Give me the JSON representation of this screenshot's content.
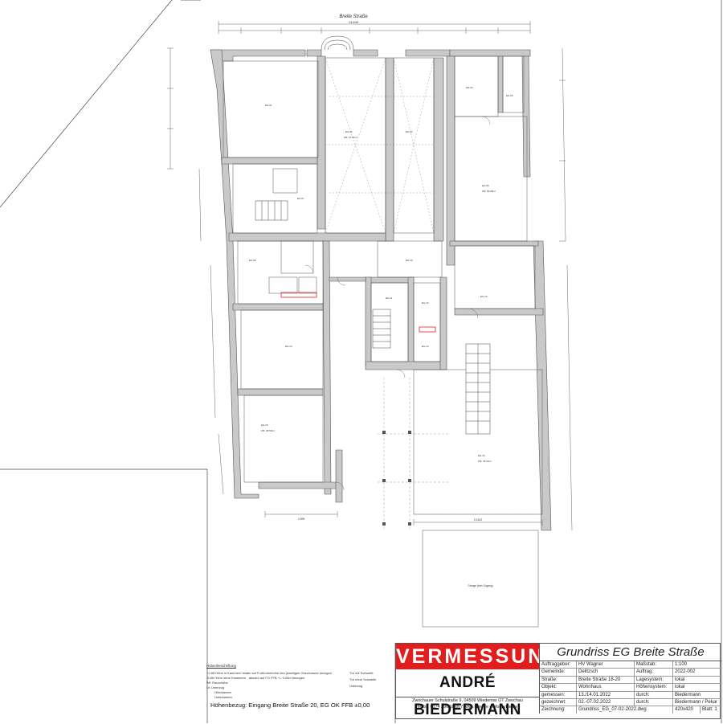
{
  "plan": {
    "street_label": "Breite Straße",
    "top_dimension": "13.845",
    "room_labels": [
      {
        "id": "r1",
        "text": "EG.01"
      },
      {
        "id": "r2",
        "text": "EG.02"
      },
      {
        "id": "r3",
        "text": "EG.03"
      },
      {
        "id": "r4",
        "text": "EG.04"
      },
      {
        "id": "r5",
        "text": "EG.05"
      },
      {
        "id": "r6",
        "text": "EG.06"
      },
      {
        "id": "r7",
        "text": "EG.07"
      },
      {
        "id": "r8",
        "text": "EG.08"
      },
      {
        "id": "r9",
        "text": "EG.09"
      },
      {
        "id": "r10",
        "text": "EG.10"
      },
      {
        "id": "r11",
        "text": "EG.11"
      },
      {
        "id": "r12",
        "text": "EG.12"
      },
      {
        "id": "r13",
        "text": "EG.13"
      },
      {
        "id": "r14",
        "text": "EG.14"
      },
      {
        "id": "r15",
        "text": "EG.15"
      },
      {
        "id": "r16",
        "text": "EG.16"
      }
    ],
    "area_labels": [
      {
        "id": "a1",
        "text": "Wfl. 67.51m²"
      },
      {
        "id": "a2",
        "text": "Wfl. 53.86m²"
      },
      {
        "id": "a3",
        "text": "Wfl. 78.41m²"
      },
      {
        "id": "a4",
        "text": "Wfl. 28.59m²"
      }
    ],
    "garage_label": "Garage (kein Zugang)",
    "bottom_dimension": "13.402",
    "left_dimension": "4.995"
  },
  "legend": {
    "title": "Höhenbeschriftung",
    "items": [
      "+2.88  Höhe in Kammern relativ auf Fußbodenhöhe des jeweiligen Geschosses bezogen",
      "-5.86  Höhe ohne Klammern - absolut auf FG FFB +/- 0.00m bezogen",
      "Wf:    Raumhöhe",
      "Ui:    Unterzug",
      "Oberkanten",
      "Unterkanten"
    ],
    "right_items": [
      "Tür mit Schwelle",
      "Tür ohne Schwelle",
      "Unterzug"
    ]
  },
  "hoehenbezug": "Höhenbezug: Eingang Breite Straße 20, EG OK FFB ±0,00",
  "titleblock": {
    "logo_top": "VERMESSUNG",
    "logo_bottom": "ANDRÉ BIEDERMANN",
    "address_line1": "Zwochauer Schulstraße 9, 04509 Wiedemar OT Zwochau",
    "address_line2": "Mobil: 0174 / 96 18 807  www.vbie.de  •  info@vbie.de",
    "title": "Grundriss EG Breite Straße",
    "rows": [
      {
        "k1": "Auftraggeber:",
        "v1": "HV Wagner",
        "k2": "Maßstab:",
        "v2": "1:100"
      },
      {
        "k1": "Gemeinde:",
        "v1": "Delitzsch",
        "k2": "Auftrag:",
        "v2": "2022-002"
      },
      {
        "k1": "Straße:",
        "v1": "Breite Straße 18-20",
        "k2": "Lagesystem:",
        "v2": "lokal"
      },
      {
        "k1": "Objekt:",
        "v1": "Wohnhaus",
        "k2": "Höhensystem:",
        "v2": "lokal"
      },
      {
        "k1": "gemessen:",
        "v1": "13./14.01.2022",
        "k2": "durch:",
        "v2": "Biedermann"
      },
      {
        "k1": "gezeichnet:",
        "v1": "02.-07.02.2022",
        "k2": "durch:",
        "v2": "Biedermann / Pekar"
      }
    ],
    "last_row": {
      "k1": "Zeichnung:",
      "v1": "Grundriss_EG_07-02-2022.dwg",
      "size": "420x420",
      "sheet": "Blatt:  1"
    }
  }
}
